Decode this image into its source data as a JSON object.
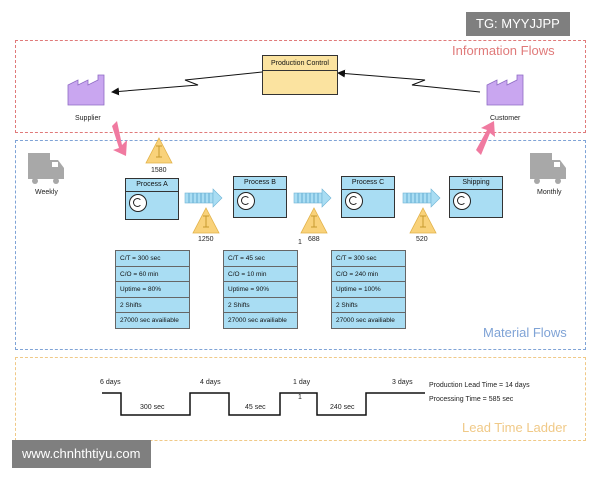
{
  "tag": "TG: MYYJJPP",
  "watermark": "www.chnhthtiyu.com",
  "frames": {
    "information": "Information Flows",
    "material": "Material Flows",
    "ladder": "Lead Time Ladder"
  },
  "colors": {
    "information": "#e07a7a",
    "material": "#7fa3d6",
    "ladder": "#f0c987",
    "process_fill": "#a9ddf3",
    "factory_fill": "#c9a6f0",
    "inventory_fill": "#f9d27a",
    "control_fill": "#fbe3a0",
    "truck_fill": "#a8a8a8",
    "push_arrow": "#f07aa0"
  },
  "production_control": "Production Control",
  "supplier": {
    "label": "Supplier",
    "schedule": "Weekly"
  },
  "customer": {
    "label": "Customer",
    "schedule": "Monthly"
  },
  "processes": [
    {
      "name": "Process A"
    },
    {
      "name": "Process B"
    },
    {
      "name": "Process C"
    },
    {
      "name": "Shipping"
    }
  ],
  "inventories": [
    {
      "value": "1580"
    },
    {
      "value": "1250"
    },
    {
      "value": "688"
    },
    {
      "value": "520"
    }
  ],
  "stray_label": "1",
  "data_boxes": [
    [
      "C/T = 300 sec",
      "C/O = 60 min",
      "Uptime = 80%",
      "2 Shifts",
      "27000 sec availiable"
    ],
    [
      "C/T = 45 sec",
      "C/O = 10 min",
      "Uptime = 90%",
      "2 Shifts",
      "27000 sec availiable"
    ],
    [
      "C/T = 300 sec",
      "C/O = 240 min",
      "Uptime = 100%",
      "2 Shifts",
      "27000 sec availiable"
    ]
  ],
  "ladder": {
    "top_labels": [
      "6 days",
      "4 days",
      "1 day",
      "3 days"
    ],
    "bottom_labels": [
      "300 sec",
      "45 sec",
      "240 sec"
    ],
    "small_label": "1",
    "lead_time": "Production Lead Time = 14 days",
    "processing_time": "Processing Time = 585 sec"
  }
}
